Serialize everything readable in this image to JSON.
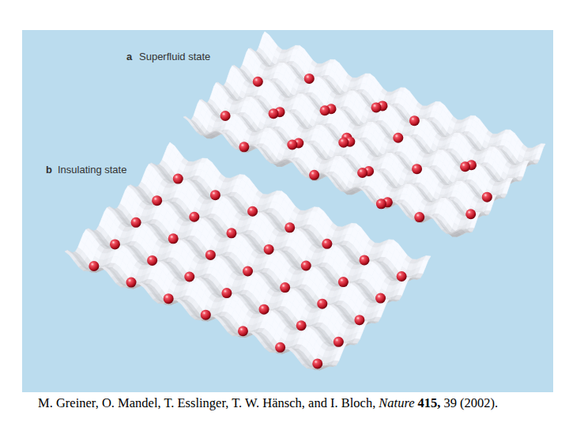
{
  "diagram": {
    "labels": [
      "a",
      "Superfluid state",
      "b",
      "Insulating state",
      "M. Greiner, O. Mandel, T. Esslinger, T. W. Hänsch, and I. Bloch,",
      "Nature",
      "415,",
      "39 (2002)."
    ]
  }
}
